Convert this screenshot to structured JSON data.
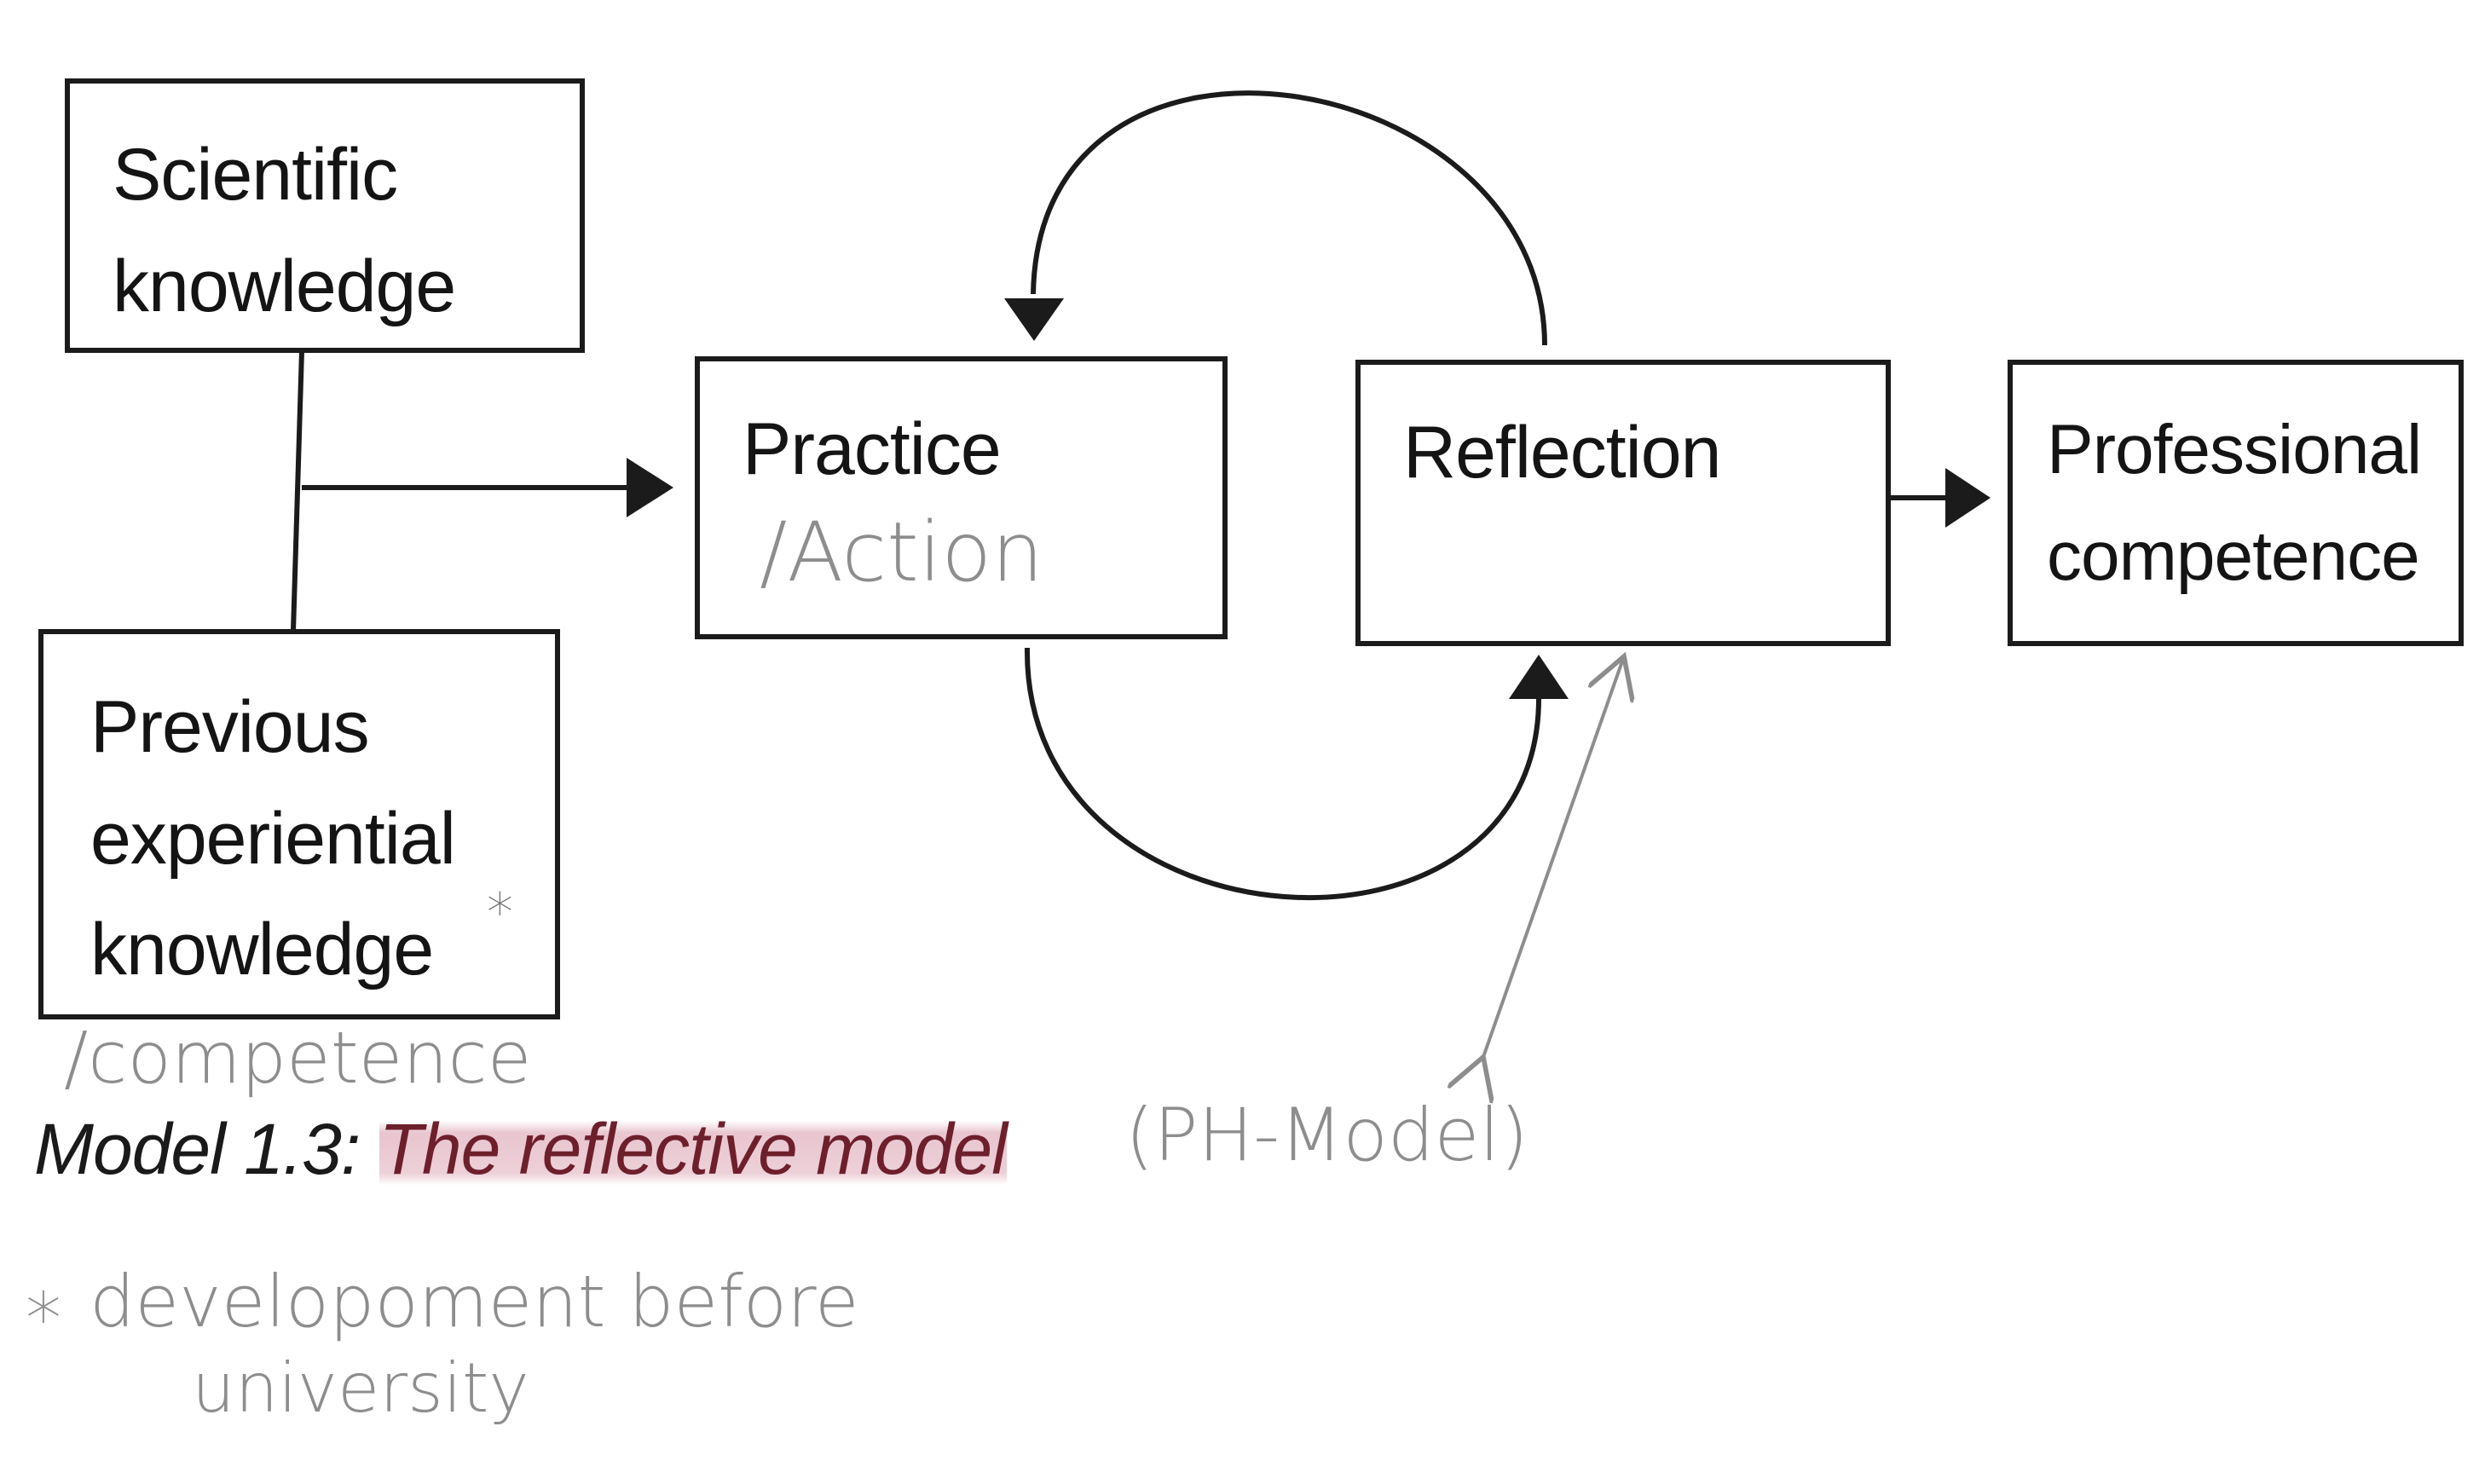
{
  "boxes": {
    "scientific": [
      "Scientific",
      "knowledge"
    ],
    "previous": [
      "Previous",
      "experiential",
      "knowledge"
    ],
    "practice": "Practice",
    "reflection": "Reflection",
    "professional": [
      "Professional",
      "competence"
    ]
  },
  "handwritten": {
    "action": "/Action",
    "competence": "/competence",
    "asterisk_mark": "*",
    "model_abbrev": "(PH-Model)",
    "footnote_star": "*",
    "footnote_line1": "developoment before",
    "footnote_line2": "university"
  },
  "caption": {
    "label": "Model 1.3:",
    "title": "The reflective model"
  },
  "colors": {
    "ink": "#1b1b1b",
    "caption_title": "#6e1f2c",
    "highlighter": "#d696a8",
    "pencil": "#8d8d8d"
  }
}
